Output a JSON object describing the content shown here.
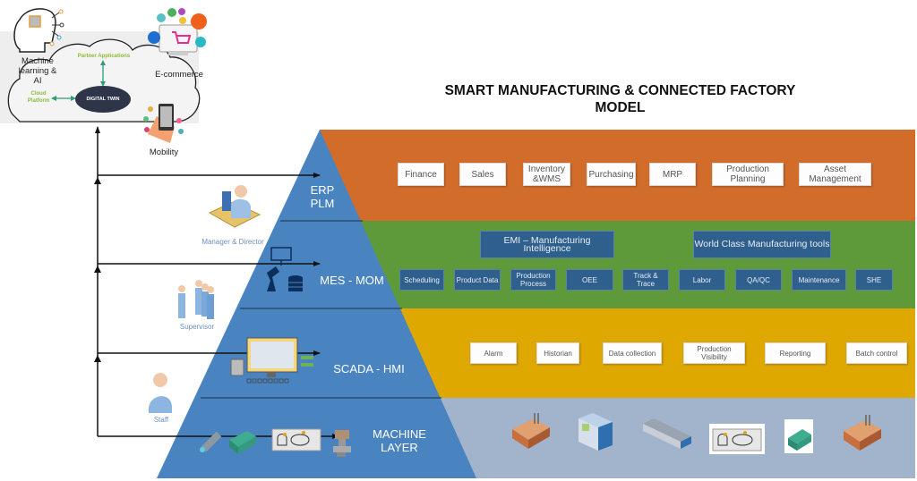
{
  "title": {
    "line1": "SMART MANUFACTURING & CONNECTED FACTORY",
    "line2": "MODEL"
  },
  "colors": {
    "pyramid": "#4a84c0",
    "erp_band": "#d26c2b",
    "mes_band": "#5f9a3a",
    "scada_band": "#dea800",
    "machine_band": "#a2b3cc",
    "blue_box": "#2f5f8d",
    "role_text": "#6f8fbf",
    "cloud_green_text": "#8fba3a"
  },
  "cloud": {
    "ml_label": "Machine learning & AI",
    "ml_line1": "Machine",
    "ml_line2": "learning &",
    "ml_line3": "AI",
    "partner_apps": "Partner Applications",
    "cloud_platform_line1": "Cloud",
    "cloud_platform_line2": "Platform",
    "digital_twin": "DIGITAL TWIN",
    "ecommerce": "E-commerce",
    "mobility": "Mobility",
    "icons": [
      "brain-chip-icon",
      "ecommerce-cart-icon",
      "mobile-phone-icon"
    ]
  },
  "roles": {
    "manager": "Manager & Director",
    "supervisor": "Supervisor",
    "staff": "Staff"
  },
  "layers": [
    {
      "id": "erp",
      "label_line1": "ERP",
      "label_line2": "PLM",
      "items": [
        {
          "line1": "Finance",
          "line2": ""
        },
        {
          "line1": "Sales",
          "line2": ""
        },
        {
          "line1": "Inventory",
          "line2": "&WMS"
        },
        {
          "line1": "Purchasing",
          "line2": ""
        },
        {
          "line1": "MRP",
          "line2": ""
        },
        {
          "line1": "Production",
          "line2": "Planning"
        },
        {
          "line1": "Asset",
          "line2": "Management"
        }
      ]
    },
    {
      "id": "mes",
      "label_line1": "MES - MOM",
      "top_items": [
        "EMI – Manufacturing Intelligence",
        "World Class Manufacturing tools"
      ],
      "items": [
        {
          "line1": "Scheduling",
          "line2": ""
        },
        {
          "line1": "Product Data",
          "line2": ""
        },
        {
          "line1": "Production",
          "line2": "Process"
        },
        {
          "line1": "OEE",
          "line2": ""
        },
        {
          "line1": "Track &",
          "line2": "Trace"
        },
        {
          "line1": "Labor",
          "line2": ""
        },
        {
          "line1": "QA/QC",
          "line2": ""
        },
        {
          "line1": "Maintenance",
          "line2": ""
        },
        {
          "line1": "SHE",
          "line2": ""
        }
      ]
    },
    {
      "id": "scada",
      "label_line1": "SCADA - HMI",
      "items": [
        {
          "line1": "Alarm",
          "line2": ""
        },
        {
          "line1": "Historian",
          "line2": ""
        },
        {
          "line1": "Data collection",
          "line2": ""
        },
        {
          "line1": "Production",
          "line2": "Visibility"
        },
        {
          "line1": "Reporting",
          "line2": ""
        },
        {
          "line1": "Batch control",
          "line2": ""
        }
      ]
    },
    {
      "id": "machine",
      "label_line1": "MACHINE",
      "label_line2": "LAYER",
      "icons": [
        "factory-icon",
        "control-cabinet-icon",
        "network-switch-icon",
        "conveyor-line-icon",
        "sensor-block-icon",
        "factory-icon"
      ],
      "pyramid_icons": [
        "proximity-sensor-icon",
        "sensor-block-icon",
        "conveyor-line-icon",
        "valve-icon"
      ]
    }
  ]
}
